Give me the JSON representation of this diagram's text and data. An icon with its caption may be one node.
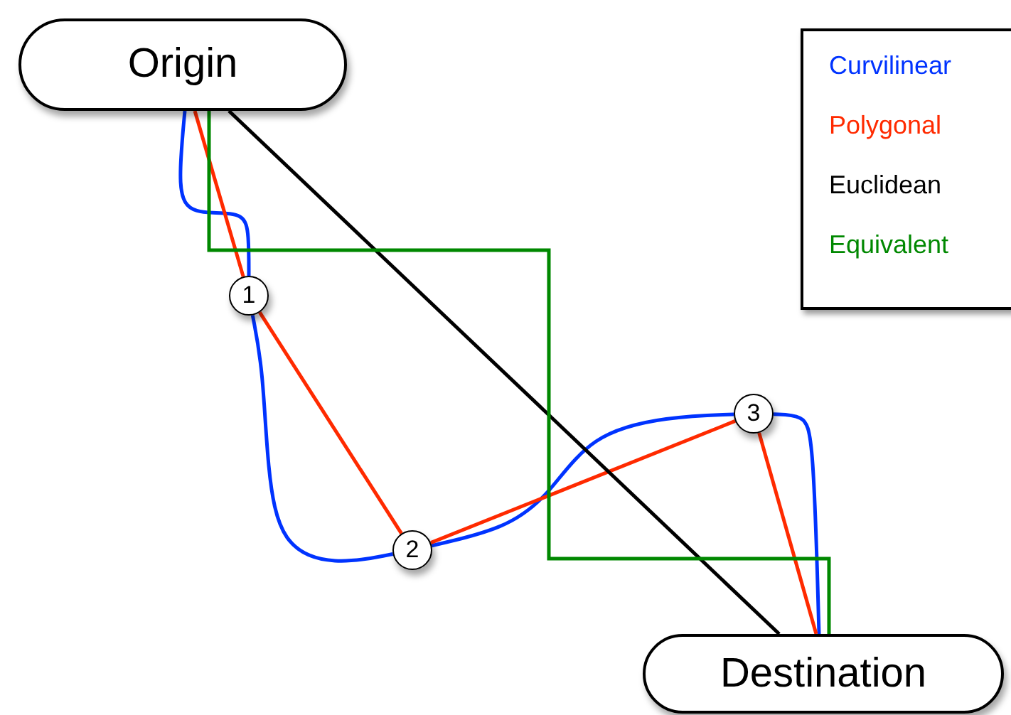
{
  "diagram": {
    "nodes": [
      {
        "text": [
          "Origin"
        ]
      },
      {
        "text": [
          "Destination"
        ]
      },
      {
        "text": [
          "1"
        ]
      },
      {
        "text": [
          "2"
        ]
      },
      {
        "text": [
          "3"
        ]
      }
    ],
    "edges": [
      {
        "from": 0,
        "to": 2,
        "arrow": "none",
        "color": "#0033ff"
      },
      {
        "from": 2,
        "to": 3,
        "arrow": "none",
        "color": "#0033ff"
      },
      {
        "from": 3,
        "to": 4,
        "arrow": "none",
        "color": "#0033ff"
      },
      {
        "from": 4,
        "to": 1,
        "arrow": "none",
        "color": "#0033ff"
      },
      {
        "from": 0,
        "to": 2,
        "arrow": "none",
        "color": "#ff2a00"
      },
      {
        "from": 2,
        "to": 3,
        "arrow": "none",
        "color": "#ff2a00"
      },
      {
        "from": 3,
        "to": 4,
        "arrow": "none",
        "color": "#ff2a00"
      },
      {
        "from": 4,
        "to": 1,
        "arrow": "none",
        "color": "#ff2a00"
      },
      {
        "from": 0,
        "to": 1,
        "arrow": "none",
        "color": "#000000"
      },
      {
        "from": 0,
        "to": 1,
        "arrow": "none",
        "color": "#008800"
      }
    ],
    "legend": [
      {
        "text": "Curvilinear",
        "color": "#0033ff"
      },
      {
        "text": "Polygonal",
        "color": "#ff2a00"
      },
      {
        "text": "Euclidean",
        "color": "#000000"
      },
      {
        "text": "Equivalent",
        "color": "#008800"
      }
    ]
  }
}
